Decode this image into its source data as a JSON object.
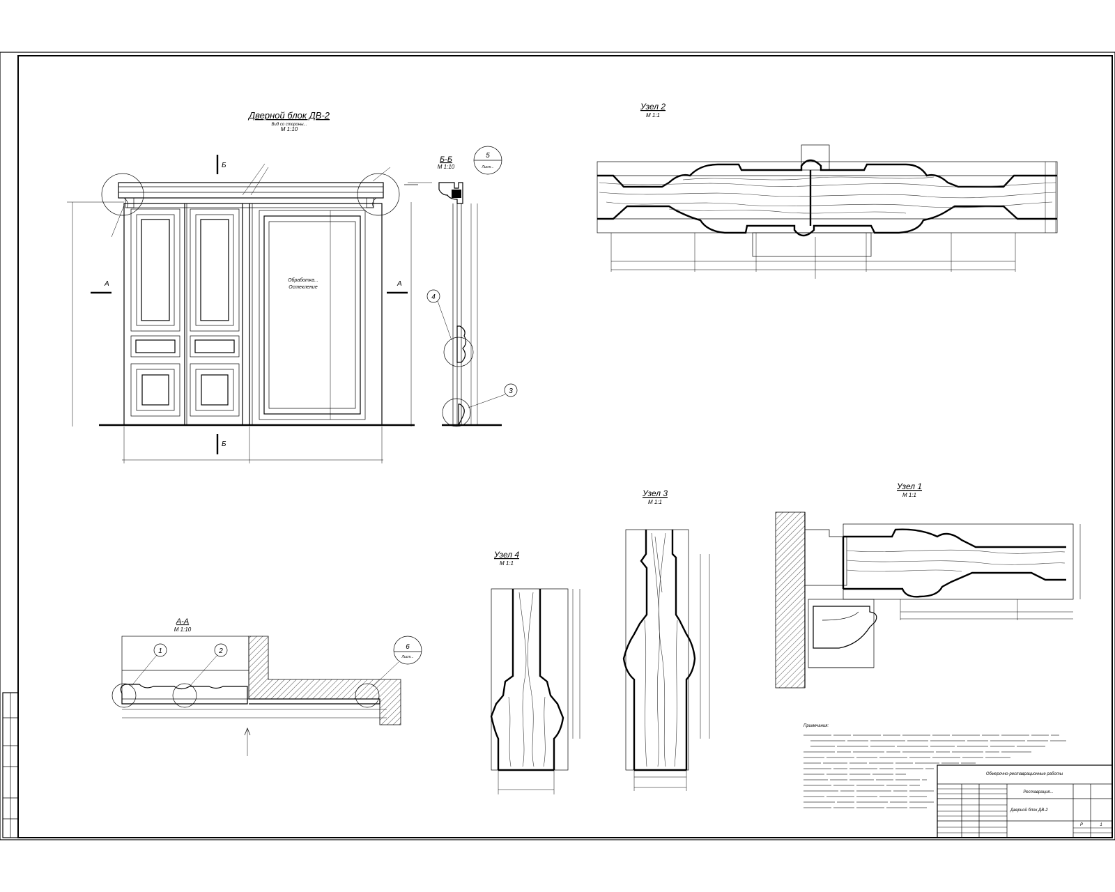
{
  "drawing": {
    "door_block": {
      "title": "Дверной блок ДВ-2",
      "subtitle": "Вид со стороны...",
      "scale": "М 1:10",
      "cut_a_label": "А",
      "cut_b_label": "Б",
      "panel_note": "Обработка...",
      "panel_note2": "Остекление"
    },
    "section_bb": {
      "title": "Б-Б",
      "scale": "М 1:10",
      "bubble_label": "5",
      "bubble_ref": "Лист..."
    },
    "section_aa": {
      "title": "А-А",
      "scale": "М 1:10",
      "bubble_label": "6",
      "bubble_ref": "Лист..."
    },
    "node1": {
      "title": "Узел 1",
      "scale": "М 1:1"
    },
    "node2": {
      "title": "Узел 2",
      "scale": "М 1:1"
    },
    "node3": {
      "title": "Узел 3",
      "scale": "М 1:1"
    },
    "node4": {
      "title": "Узел 4",
      "scale": "М 1:1"
    },
    "callouts": [
      "1",
      "2",
      "3",
      "4"
    ],
    "notes_heading": "Примечания:",
    "title_block": {
      "org": "Обмерочно-реставрационные работы",
      "project": "Реставрация...",
      "sheet_title": "Дверной блок ДВ-2",
      "stage": "Р",
      "sheet_no": "1"
    }
  }
}
